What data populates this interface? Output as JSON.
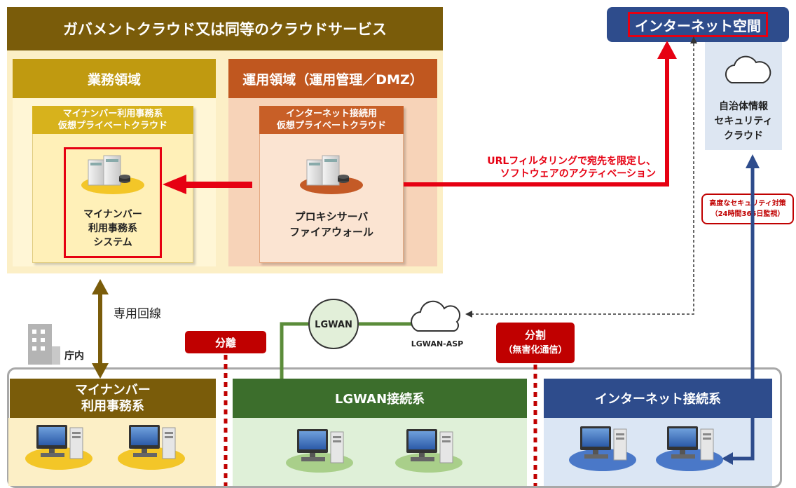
{
  "cloud": {
    "title": "ガバメントクラウド又は同等のクラウドサービス",
    "business": {
      "label": "業務領域",
      "vpc_line1": "マイナンバー利用事務系",
      "vpc_line2": "仮想プライベートクラウド",
      "system_line1": "マイナンバー",
      "system_line2": "利用事務系",
      "system_line3": "システム"
    },
    "operation": {
      "label": "運用領域（運用管理／DMZ）",
      "vpc_line1": "インターネット接続用",
      "vpc_line2": "仮想プライベートクラウド",
      "server_line1": "プロキシサーバ",
      "server_line2": "ファイアウォール"
    }
  },
  "internet": {
    "title": "インターネット空間",
    "security_cloud_line1": "自治体情報",
    "security_cloud_line2": "セキュリティ",
    "security_cloud_line3": "クラウド"
  },
  "annotations": {
    "url_filter_line1": "URLフィルタリングで宛先を限定し、",
    "url_filter_line2": "ソフトウェアのアクティベーション",
    "security_line1": "高度なセキュリティ対策",
    "security_line2": "（24時間365日監視）",
    "dedicated_line": "専用回線",
    "office": "庁内",
    "lgwan": "LGWAN",
    "lgwan_asp": "LGWAN-ASP",
    "separation": "分離",
    "division_line1": "分割",
    "division_line2": "（無害化通信）"
  },
  "zones": {
    "mynumber_line1": "マイナンバー",
    "mynumber_line2": "利用事務系",
    "lgwan": "LGWAN接続系",
    "internet": "インターネット接続系"
  },
  "colors": {
    "cloud_header": "#7a5c0a",
    "cloud_bg": "#fcefc6",
    "business_header": "#c09a10",
    "operation_header": "#c0571f",
    "internet_navy": "#2e4c8c",
    "lgwan_green": "#3c6e2c",
    "red_accent": "#e60012",
    "badge_red": "#c00000"
  }
}
